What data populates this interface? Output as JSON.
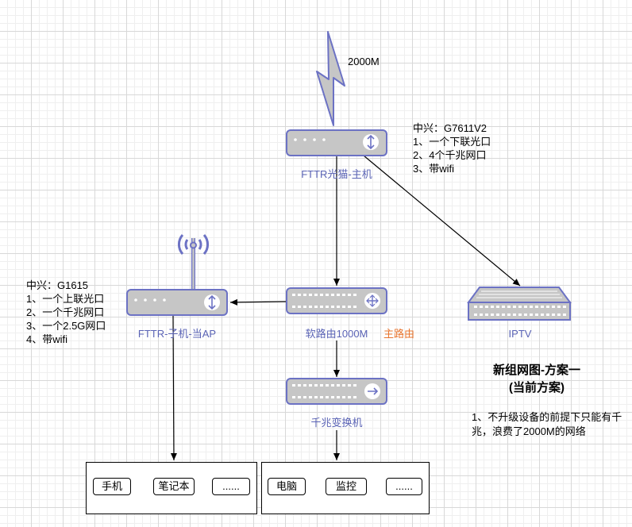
{
  "bandwidth_label": "2000M",
  "nodes": {
    "main_router": {
      "label": "FTTR光猫-主机",
      "spec_lines": [
        "中兴：G7611V2",
        "1、一个下联光口",
        "2、4个千兆网口",
        "3、带wifi"
      ]
    },
    "sub_router": {
      "label": "FTTR-子机-当AP",
      "spec_lines": [
        "中兴：G1615",
        "1、一个上联光口",
        "2、一个千兆网口",
        "3、一个2.5G网口",
        "4、带wifi"
      ]
    },
    "soft_router": {
      "label": "软路由1000M",
      "role_label": "主路由"
    },
    "iptv": {
      "label": "IPTV"
    },
    "gigabit_switch": {
      "label": "千兆变换机"
    }
  },
  "left_devices": {
    "items": [
      "手机",
      "笔记本",
      "......"
    ]
  },
  "right_devices": {
    "items": [
      "电脑",
      "监控",
      "......"
    ]
  },
  "plan": {
    "title_line1": "新组网图-方案一",
    "title_line2": "(当前方案)",
    "description": "1、不升级设备的前提下只能有千兆，浪费了2000M的网络"
  },
  "colors": {
    "device_fill": "#c6c6c6",
    "device_stroke": "#6c72c4",
    "label_blue": "#5a63b5",
    "accent_orange": "#e8742e"
  }
}
